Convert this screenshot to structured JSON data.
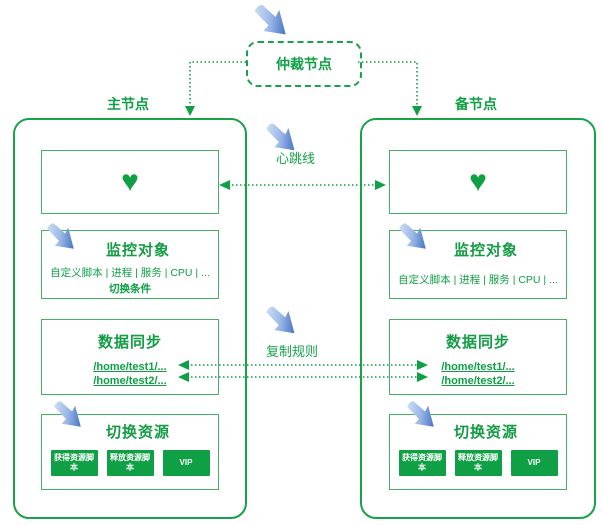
{
  "colors": {
    "green_main": "#0fa045",
    "green_border_outer": "#1aa24b",
    "green_border_inner": "#44b264",
    "blue_arrow_light": "#d9e6f8",
    "blue_arrow_dark": "#4473c4",
    "button_bg": "#0fa045",
    "button_text": "#ffffff"
  },
  "icons": {
    "pointer_arrow": "blue-gradient-pointer-arrow",
    "heart": "♥"
  },
  "arbiter": {
    "label": "仲裁节点"
  },
  "connections": {
    "heartbeat_label": "心跳线",
    "replication_label": "复制规则"
  },
  "nodes": {
    "primary": {
      "title": "主节点",
      "heart": "♥",
      "monitor": {
        "title": "监控对象",
        "items": "自定义脚本 | 进程 | 服务 | CPU | ...",
        "condition": "切换条件"
      },
      "sync": {
        "title": "数据同步",
        "paths": [
          "/home/test1/...",
          "/home/test2/..."
        ]
      },
      "switch": {
        "title": "切换资源",
        "buttons": [
          "获得资源脚本",
          "释放资源脚本",
          "VIP"
        ]
      }
    },
    "standby": {
      "title": "备节点",
      "heart": "♥",
      "monitor": {
        "title": "监控对象",
        "items": "自定义脚本 | 进程 | 服务 | CPU | ..."
      },
      "sync": {
        "title": "数据同步",
        "paths": [
          "/home/test1/...",
          "/home/test2/..."
        ]
      },
      "switch": {
        "title": "切换资源",
        "buttons": [
          "获得资源脚本",
          "释放资源脚本",
          "VIP"
        ]
      }
    }
  }
}
